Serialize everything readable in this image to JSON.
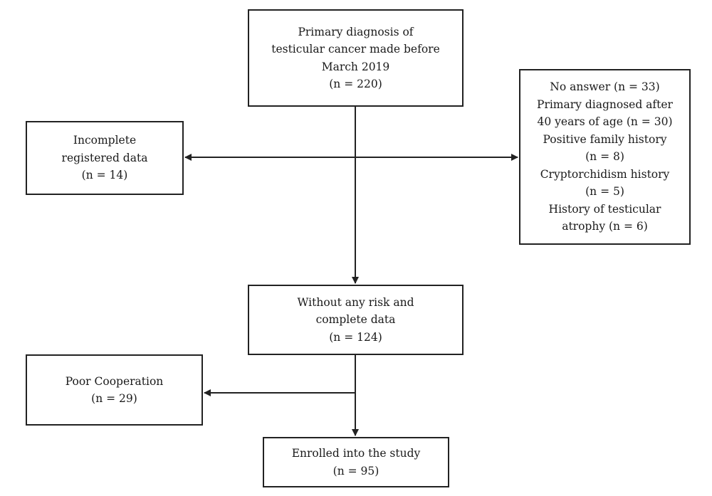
{
  "flowchart": {
    "primary": {
      "lines": [
        "Primary diagnosis of",
        "testicular cancer made before",
        "March 2019",
        "(n = 220)"
      ]
    },
    "incomplete": {
      "lines": [
        "Incomplete",
        "registered data",
        "(n = 14)"
      ]
    },
    "exclusions": {
      "lines": [
        "No answer (n = 33)",
        "Primary diagnosed after",
        "40 years of age (n = 30)",
        "Positive family history",
        "(n = 8)",
        "Cryptorchidism history",
        "(n = 5)",
        "History of testicular",
        "atrophy (n = 6)"
      ]
    },
    "no_risk": {
      "lines": [
        "Without any risk and",
        "complete data",
        "(n = 124)"
      ]
    },
    "poor_cooperation": {
      "lines": [
        "Poor Cooperation",
        "(n = 29)"
      ]
    },
    "enrolled": {
      "lines": [
        "Enrolled into the study",
        "(n = 95)"
      ]
    }
  },
  "colors": {
    "stroke": "#222222",
    "text": "#1a1a1a",
    "background": "#ffffff"
  }
}
